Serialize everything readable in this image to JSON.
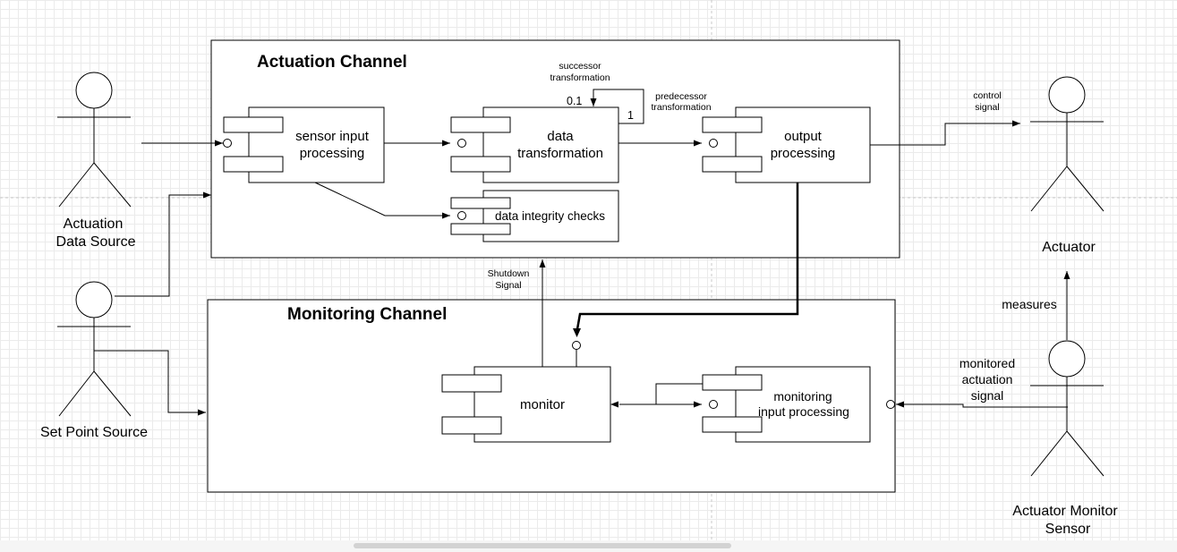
{
  "diagram": {
    "actuation_channel": {
      "title": "Actuation Channel",
      "components": {
        "sensor_input": [
          "sensor input",
          "processing"
        ],
        "data_transformation": [
          "data",
          "transformation"
        ],
        "output_processing": [
          "output",
          "processing"
        ],
        "integrity": "data integrity checks"
      },
      "self_loop": {
        "successor": [
          "successor",
          "transformation"
        ],
        "predecessor": [
          "predecessor",
          "transformation"
        ],
        "mult_low": "0.1",
        "mult_high": "1"
      }
    },
    "monitoring_channel": {
      "title": "Monitoring Channel",
      "components": {
        "monitor": "monitor",
        "monitoring_input": [
          "monitoring",
          "input processing"
        ]
      }
    },
    "actors": {
      "actuation_source": [
        "Actuation",
        "Data Source"
      ],
      "set_point_source": "Set Point Source",
      "actuator": "Actuator",
      "monitor_sensor": [
        "Actuator Monitor",
        "Sensor"
      ]
    },
    "edges": {
      "control_signal": [
        "control",
        "signal"
      ],
      "shutdown_signal": [
        "Shutdown",
        "Signal"
      ],
      "measures": "measures",
      "monitored": [
        "monitored",
        "actuation",
        "signal"
      ]
    }
  }
}
